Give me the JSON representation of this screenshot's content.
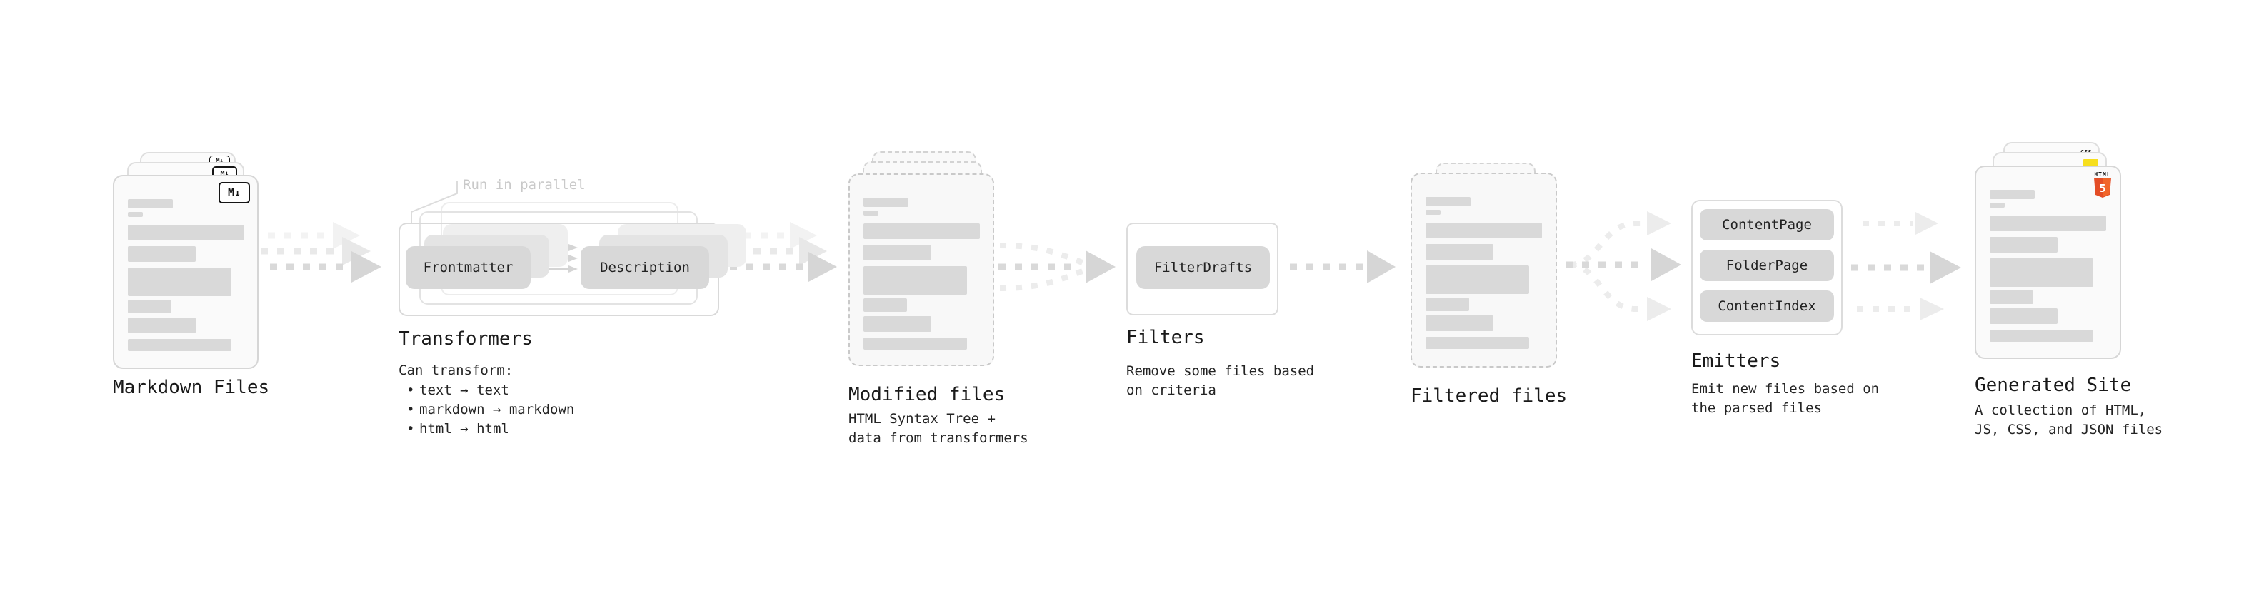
{
  "markdown_files": {
    "label": "Markdown Files"
  },
  "transformers": {
    "title": "Transformers",
    "note": "Run in parallel",
    "frontmatter": "Frontmatter",
    "description_box": "Description",
    "heading": "Can transform:",
    "bullets": [
      "text → text",
      "markdown → markdown",
      "html → html"
    ]
  },
  "modified_files": {
    "label": "Modified files",
    "desc": [
      "HTML Syntax Tree +",
      "data from transformers"
    ]
  },
  "filters": {
    "title": "Filters",
    "filter_drafts": "FilterDrafts",
    "desc": [
      "Remove some files based",
      "on criteria"
    ]
  },
  "filtered_files": {
    "label": "Filtered files"
  },
  "emitters": {
    "title": "Emitters",
    "buttons": [
      "ContentPage",
      "FolderPage",
      "ContentIndex"
    ],
    "desc": [
      "Emit new files based on",
      "the parsed files"
    ]
  },
  "generated_site": {
    "label": "Generated Site",
    "desc": [
      "A collection of HTML,",
      "JS, CSS, and JSON files"
    ]
  },
  "icons": {
    "markdown_badge": "M↓",
    "html5_word": "HTML",
    "html5_number": "5",
    "css_word": "CSS"
  },
  "colors": {
    "html5_orange": "#e44d26",
    "js_yellow": "#f7df1e",
    "css_blue": "#2965f1"
  }
}
